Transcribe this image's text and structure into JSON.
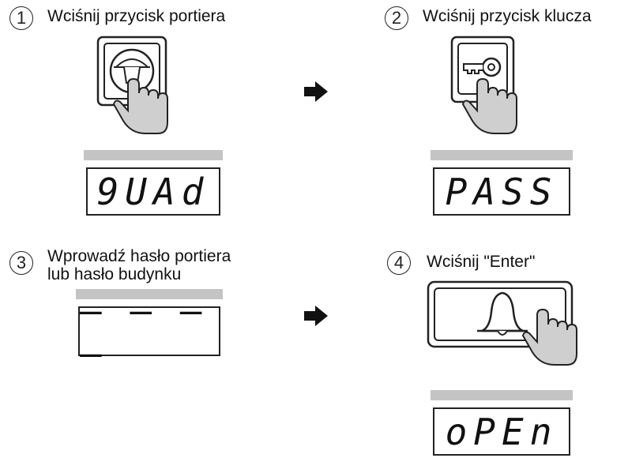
{
  "steps": [
    {
      "number": "1",
      "text": "Wciśnij przycisk portiera",
      "display": "9UAd"
    },
    {
      "number": "2",
      "text": "Wciśnij przycisk klucza",
      "display": "PASS"
    },
    {
      "number": "3",
      "text_line1": "Wprowadź hasło portiera",
      "text_line2": "lub hasło budynku",
      "display": "– – – –"
    },
    {
      "number": "4",
      "text": "Wciśnij \"Enter\"",
      "display": "oPEn"
    }
  ],
  "icons": {
    "guard": "guard-button-icon",
    "key": "key-button-icon",
    "enter": "bell-enter-button-icon",
    "hand": "pointing-hand-icon",
    "arrow": "right-arrow-icon"
  }
}
